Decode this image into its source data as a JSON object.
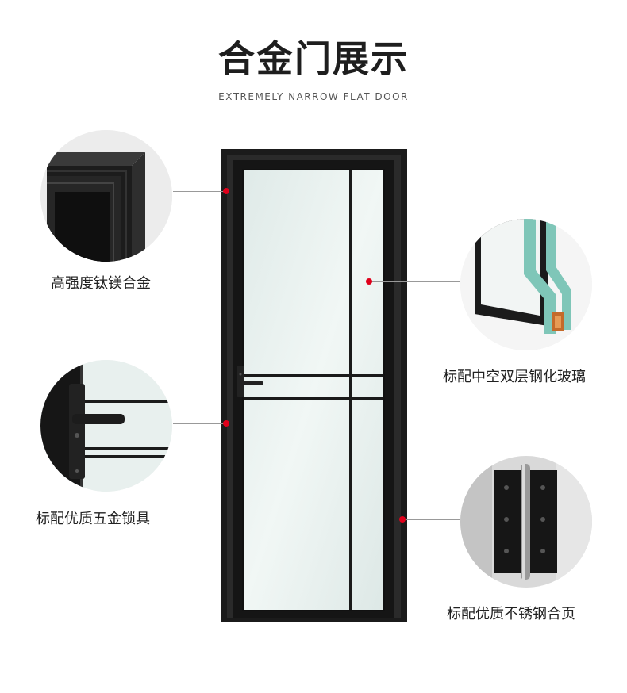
{
  "header": {
    "title": "合金门展示",
    "subtitle": "EXTREMELY NARROW FLAT DOOR"
  },
  "features": [
    {
      "caption": "高强度钛镁合金",
      "icon": "frame-corner-icon"
    },
    {
      "caption": "标配中空双层钢化玻璃",
      "icon": "double-glass-icon"
    },
    {
      "caption": "标配优质五金锁具",
      "icon": "lock-handle-icon"
    },
    {
      "caption": "标配优质不锈钢合页",
      "icon": "hinge-icon"
    }
  ],
  "colors": {
    "frame": "#1a1a1a",
    "glass": "#e9f2f0",
    "accent_dot": "#e0001b",
    "glass_edge": "#7fc6b8"
  }
}
